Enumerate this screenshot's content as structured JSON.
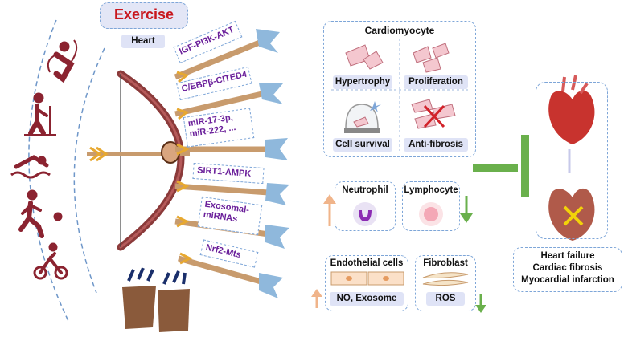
{
  "title": "Exercise",
  "subtitle": "Heart",
  "pathways": [
    "IGF-PI3K-AKT",
    "C/EBPβ-CITED4",
    "miR-17-3p,\nmiR-222, ...",
    "SIRT1-AMPK",
    "Exosomal-\nmiRNAs",
    "Nrf2-Mts"
  ],
  "cardiomyocyte": {
    "title": "Cardiomyocyte",
    "effects": [
      "Hypertrophy",
      "Proliferation",
      "Cell survival",
      "Anti-fibrosis"
    ]
  },
  "immune": {
    "neutrophil": "Neutrophil",
    "lymphocyte": "Lymphocyte"
  },
  "endothelial": {
    "title": "Endothelial cells",
    "output": "NO, Exosome"
  },
  "fibroblast": {
    "title": "Fibroblast",
    "output": "ROS"
  },
  "outcomes": [
    "Heart failure",
    "Cardiac fibrosis",
    "Myocardial infarction"
  ],
  "colors": {
    "title_red": "#c8171d",
    "pathway_purple": "#6a1f9a",
    "dashed_blue": "#7ea6d8",
    "label_fill": "#dfe3f6",
    "inhibit_green": "#6ab04c",
    "arrow_up": "#f0b48a",
    "arrow_down": "#6ab04c",
    "bow": "#8b3a3a",
    "arrow_shaft": "#c89b6d"
  },
  "icons": [
    "jump-rope-icon",
    "hiking-icon",
    "swimming-icon",
    "running-icon",
    "cycling-icon",
    "bow-icon",
    "quiver-icon",
    "heart-icon",
    "damaged-heart-icon"
  ]
}
